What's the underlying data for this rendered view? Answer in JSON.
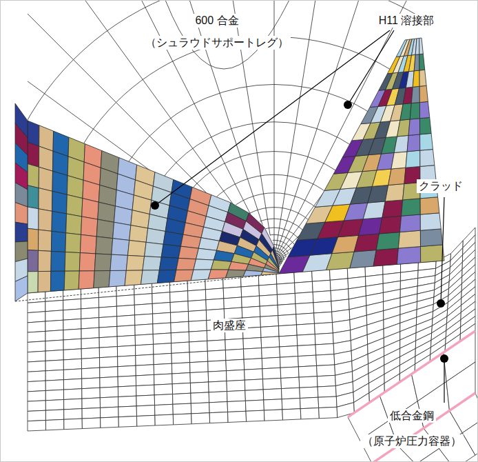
{
  "diagram": {
    "labels": [
      "600 合金",
      "（シュラウドサポートレグ）",
      "H11 溶接部",
      "クラッド",
      "肉盛座",
      "低合金鋼",
      "（原子炉圧力容器）"
    ]
  }
}
